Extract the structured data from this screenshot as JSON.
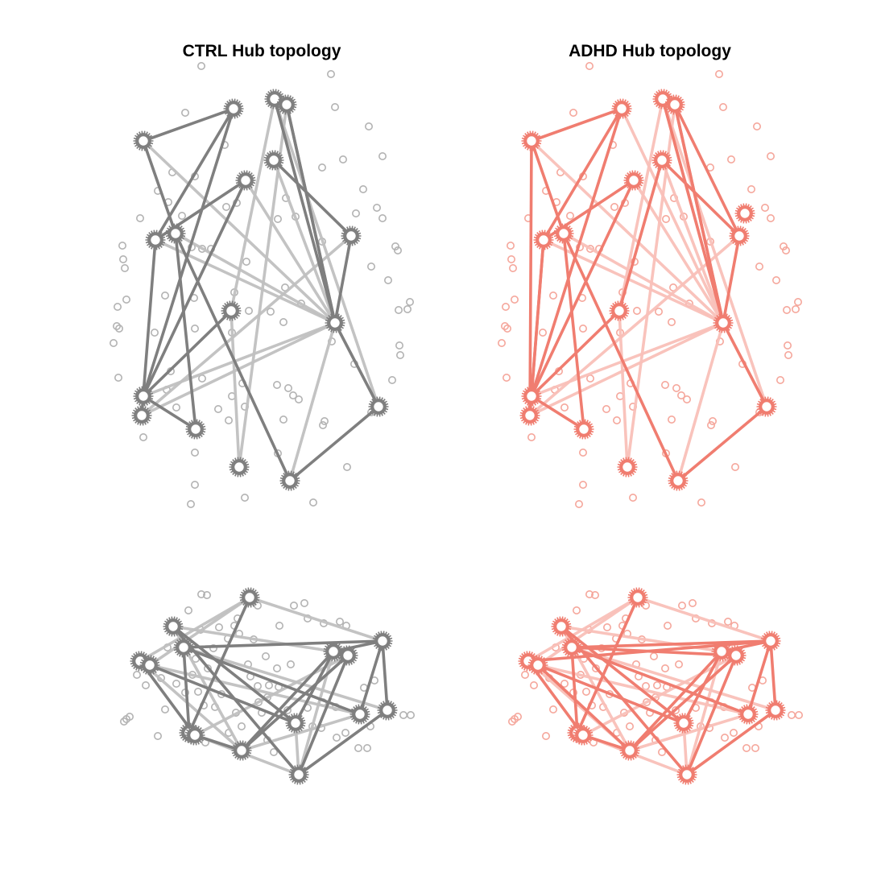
{
  "panels": {
    "ctrl": {
      "title": "CTRL Hub topology"
    },
    "adhd": {
      "title": "ADHD Hub topology"
    }
  },
  "colors": {
    "ctrl_strong": "#7f7f7f",
    "ctrl_weak": "#c0c0c0",
    "ctrl_node": "#b3b3b3",
    "adhd_strong": "#f07d70",
    "adhd_weak": "#f9c0b9",
    "adhd_node": "#f5a79c",
    "background": "#ffffff"
  },
  "figure_note": "Brain hub-network diagrams: axial (top row) and sagittal (bottom row) views; large spiked rings mark hub nodes, small rings mark other regions."
}
